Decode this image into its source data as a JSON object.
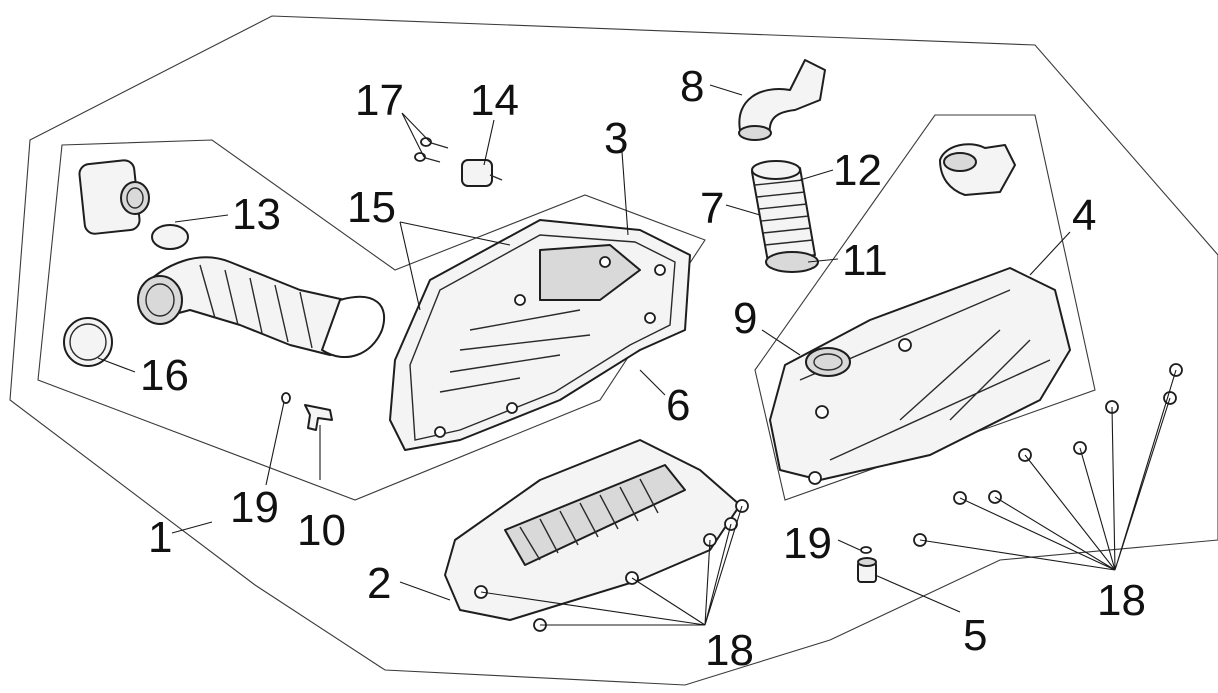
{
  "callouts": {
    "c1": "1",
    "c2": "2",
    "c3": "3",
    "c4": "4",
    "c5": "5",
    "c6": "6",
    "c7": "7",
    "c8": "8",
    "c9": "9",
    "c10": "10",
    "c11": "11",
    "c12": "12",
    "c13": "13",
    "c14": "14",
    "c15": "15",
    "c16": "16",
    "c17": "17",
    "c18a": "18",
    "c18b": "18",
    "c19a": "19",
    "c19b": "19"
  }
}
